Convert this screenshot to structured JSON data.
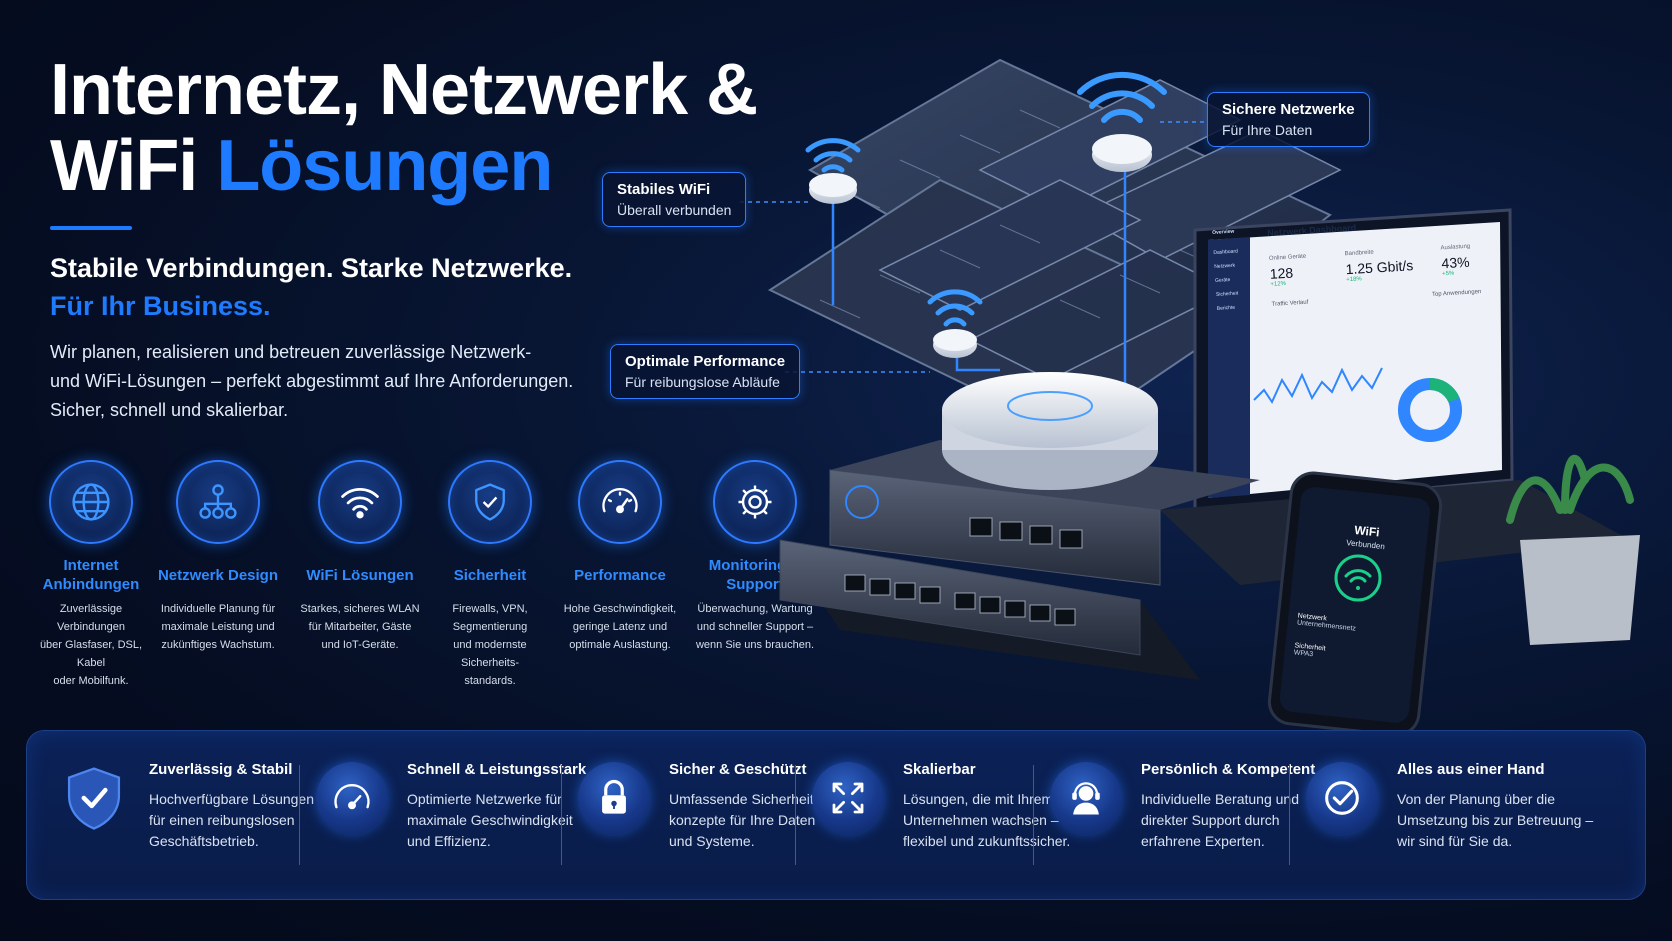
{
  "headline": {
    "line1": "Internetz, Netzwerk &",
    "line2_white": "WiFi ",
    "line2_blue": "Lösungen"
  },
  "subheadline": {
    "line1": "Stabile Verbindungen. Starke Netzwerke.",
    "line2": "Für Ihr Business."
  },
  "intro": [
    "Wir planen, realisieren und betreuen zuverlässige Netzwerk-",
    "und WiFi-Lösungen – perfekt abgestimmt auf Ihre Anforderungen.",
    "Sicher, schnell und skalierbar."
  ],
  "services": [
    {
      "icon": "globe-icon",
      "title": "Internet Anbindungen",
      "desc": [
        "Zuverlässige Verbindungen",
        "über Glasfaser, DSL, Kabel",
        "oder Mobilfunk."
      ]
    },
    {
      "icon": "network-topology-icon",
      "title": "Netzwerk Design",
      "desc": [
        "Individuelle Planung für",
        "maximale Leistung und",
        "zukünftiges Wachstum."
      ]
    },
    {
      "icon": "wifi-icon",
      "title": "WiFi Lösungen",
      "desc": [
        "Starkes, sicheres WLAN",
        "für Mitarbeiter, Gäste",
        "und IoT-Geräte."
      ]
    },
    {
      "icon": "shield-check-icon",
      "title": "Sicherheit",
      "desc": [
        "Firewalls, VPN, Segmentierung",
        "und modernste Sicherheits-",
        "standards."
      ]
    },
    {
      "icon": "speedometer-icon",
      "title": "Performance",
      "desc": [
        "Hohe Geschwindigkeit,",
        "geringe Latenz und",
        "optimale Auslastung."
      ]
    },
    {
      "icon": "gear-icon",
      "title": "Monitoring & Support",
      "desc": [
        "Überwachung, Wartung",
        "und schneller Support –",
        "wenn Sie uns brauchen."
      ]
    }
  ],
  "callouts": {
    "secure": {
      "title": "Sichere Netzwerke",
      "sub": "Für Ihre Daten"
    },
    "stable": {
      "title": "Stabiles WiFi",
      "sub": "Überall verbunden"
    },
    "performance": {
      "title": "Optimale Performance",
      "sub": "Für reibungslose Abläufe"
    }
  },
  "dashboard": {
    "title": "Netzwerk Dashboard",
    "online_label": "Online Geräte",
    "online_value": "128",
    "online_delta": "+12%",
    "bandwidth_label": "Bandbreite",
    "bandwidth_value": "1.25 Gbit/s",
    "bandwidth_delta": "+18%",
    "load_label": "Auslastung",
    "load_value": "43%",
    "load_delta": "+5%",
    "traffic_label": "Traffic Verlauf",
    "apps_label": "Top Anwendungen",
    "brand": "Overview",
    "nav": [
      "Dashboard",
      "Netzwerk",
      "Geräte",
      "Sicherheit",
      "Berichte"
    ]
  },
  "phone": {
    "title": "WiFi",
    "status": "Verbunden",
    "network_label": "Netzwerk",
    "network_value": "Unternehmensnetz",
    "security_label": "Sicherheit",
    "security_value": "WPA3"
  },
  "features": [
    {
      "icon": "shield-check-icon",
      "title": "Zuverlässig & Stabil",
      "desc": [
        "Hochverfügbare Lösungen",
        "für einen reibungslosen",
        "Geschäftsbetrieb."
      ]
    },
    {
      "icon": "speedometer-icon",
      "title": "Schnell & Leistungsstark",
      "desc": [
        "Optimierte Netzwerke für",
        "maximale Geschwindigkeit",
        "und Effizienz."
      ]
    },
    {
      "icon": "padlock-icon",
      "title": "Sicher & Geschützt",
      "desc": [
        "Umfassende Sicherheits-",
        "konzepte für Ihre Daten",
        "und Systeme."
      ]
    },
    {
      "icon": "expand-arrows-icon",
      "title": "Skalierbar",
      "desc": [
        "Lösungen, die mit Ihrem",
        "Unternehmen wachsen –",
        "flexibel und zukunftssicher."
      ]
    },
    {
      "icon": "headset-support-icon",
      "title": "Persönlich & Kompetent",
      "desc": [
        "Individuelle Beratung und",
        "direkter Support durch",
        "erfahrene Experten."
      ]
    },
    {
      "icon": "check-circle-icon",
      "title": "Alles aus einer Hand",
      "desc": [
        "Von der Planung über die",
        "Umsetzung bis zur Betreuung –",
        "wir sind für Sie da."
      ]
    }
  ],
  "colors": {
    "accent": "#1e7bff",
    "background": "#061230",
    "panel": "#0b2258"
  }
}
